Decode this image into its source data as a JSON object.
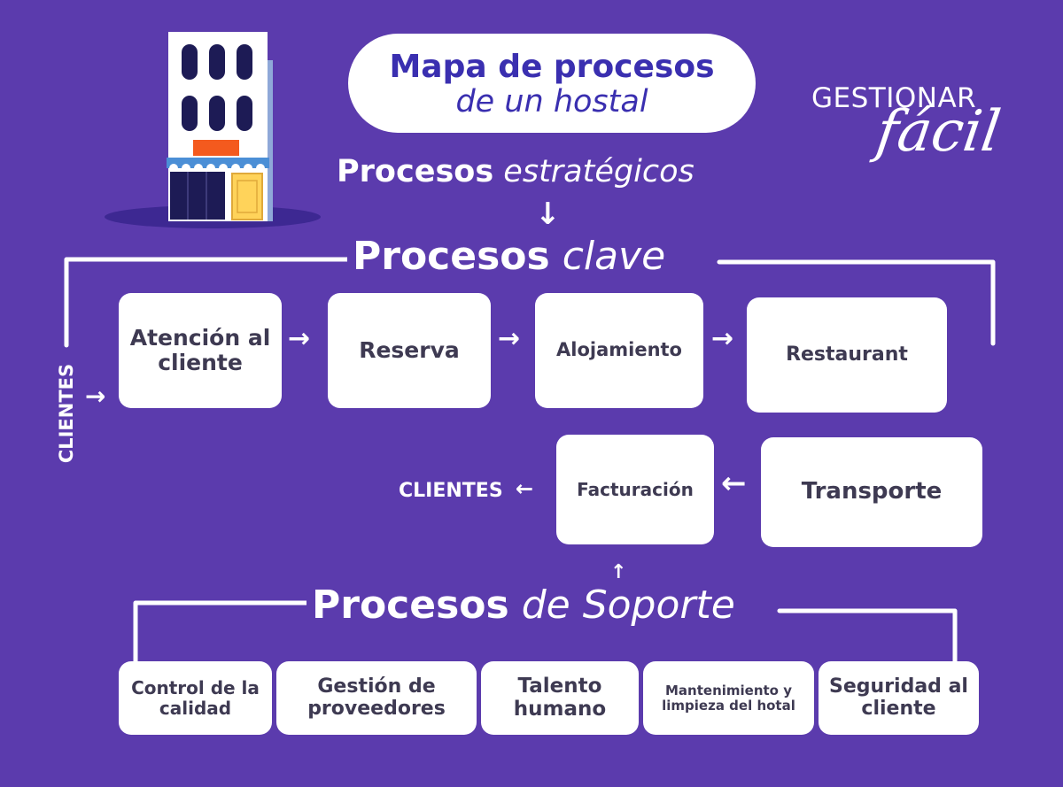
{
  "title": {
    "line1": "Mapa de procesos",
    "line2": "de un hostal"
  },
  "logo": {
    "top": "GESTIONAR",
    "bottom": "fácil"
  },
  "headings": {
    "strategic": {
      "bold": "Procesos",
      "italic": "estratégicos"
    },
    "key": {
      "bold": "Procesos",
      "italic": "clave"
    },
    "support": {
      "bold": "Procesos",
      "italic": "de Soporte"
    }
  },
  "clients": {
    "input": "CLIENTES",
    "output": "CLIENTES"
  },
  "key_processes": {
    "atencion": "Atención al cliente",
    "reserva": "Reserva",
    "alojamiento": "Alojamiento",
    "restaurant": "Restaurant",
    "transporte": "Transporte",
    "facturacion": "Facturación"
  },
  "support_processes": {
    "calidad": "Control de la calidad",
    "proveedores": "Gestión de proveedores",
    "talento": "Talento humano",
    "mantenimiento": "Mantenimiento y limpieza del hotal",
    "seguridad": "Seguridad al cliente"
  },
  "colors": {
    "background": "#5b3bad",
    "box": "#ffffff",
    "title_text": "#3a2fb0",
    "box_text": "#3e3a52",
    "awning_blue": "#4b8fd6",
    "sign_orange": "#f45a1e",
    "door_yellow": "#ffd35a"
  },
  "icons": {
    "building": "hostal-building-icon",
    "arrow": "arrow-icon"
  }
}
